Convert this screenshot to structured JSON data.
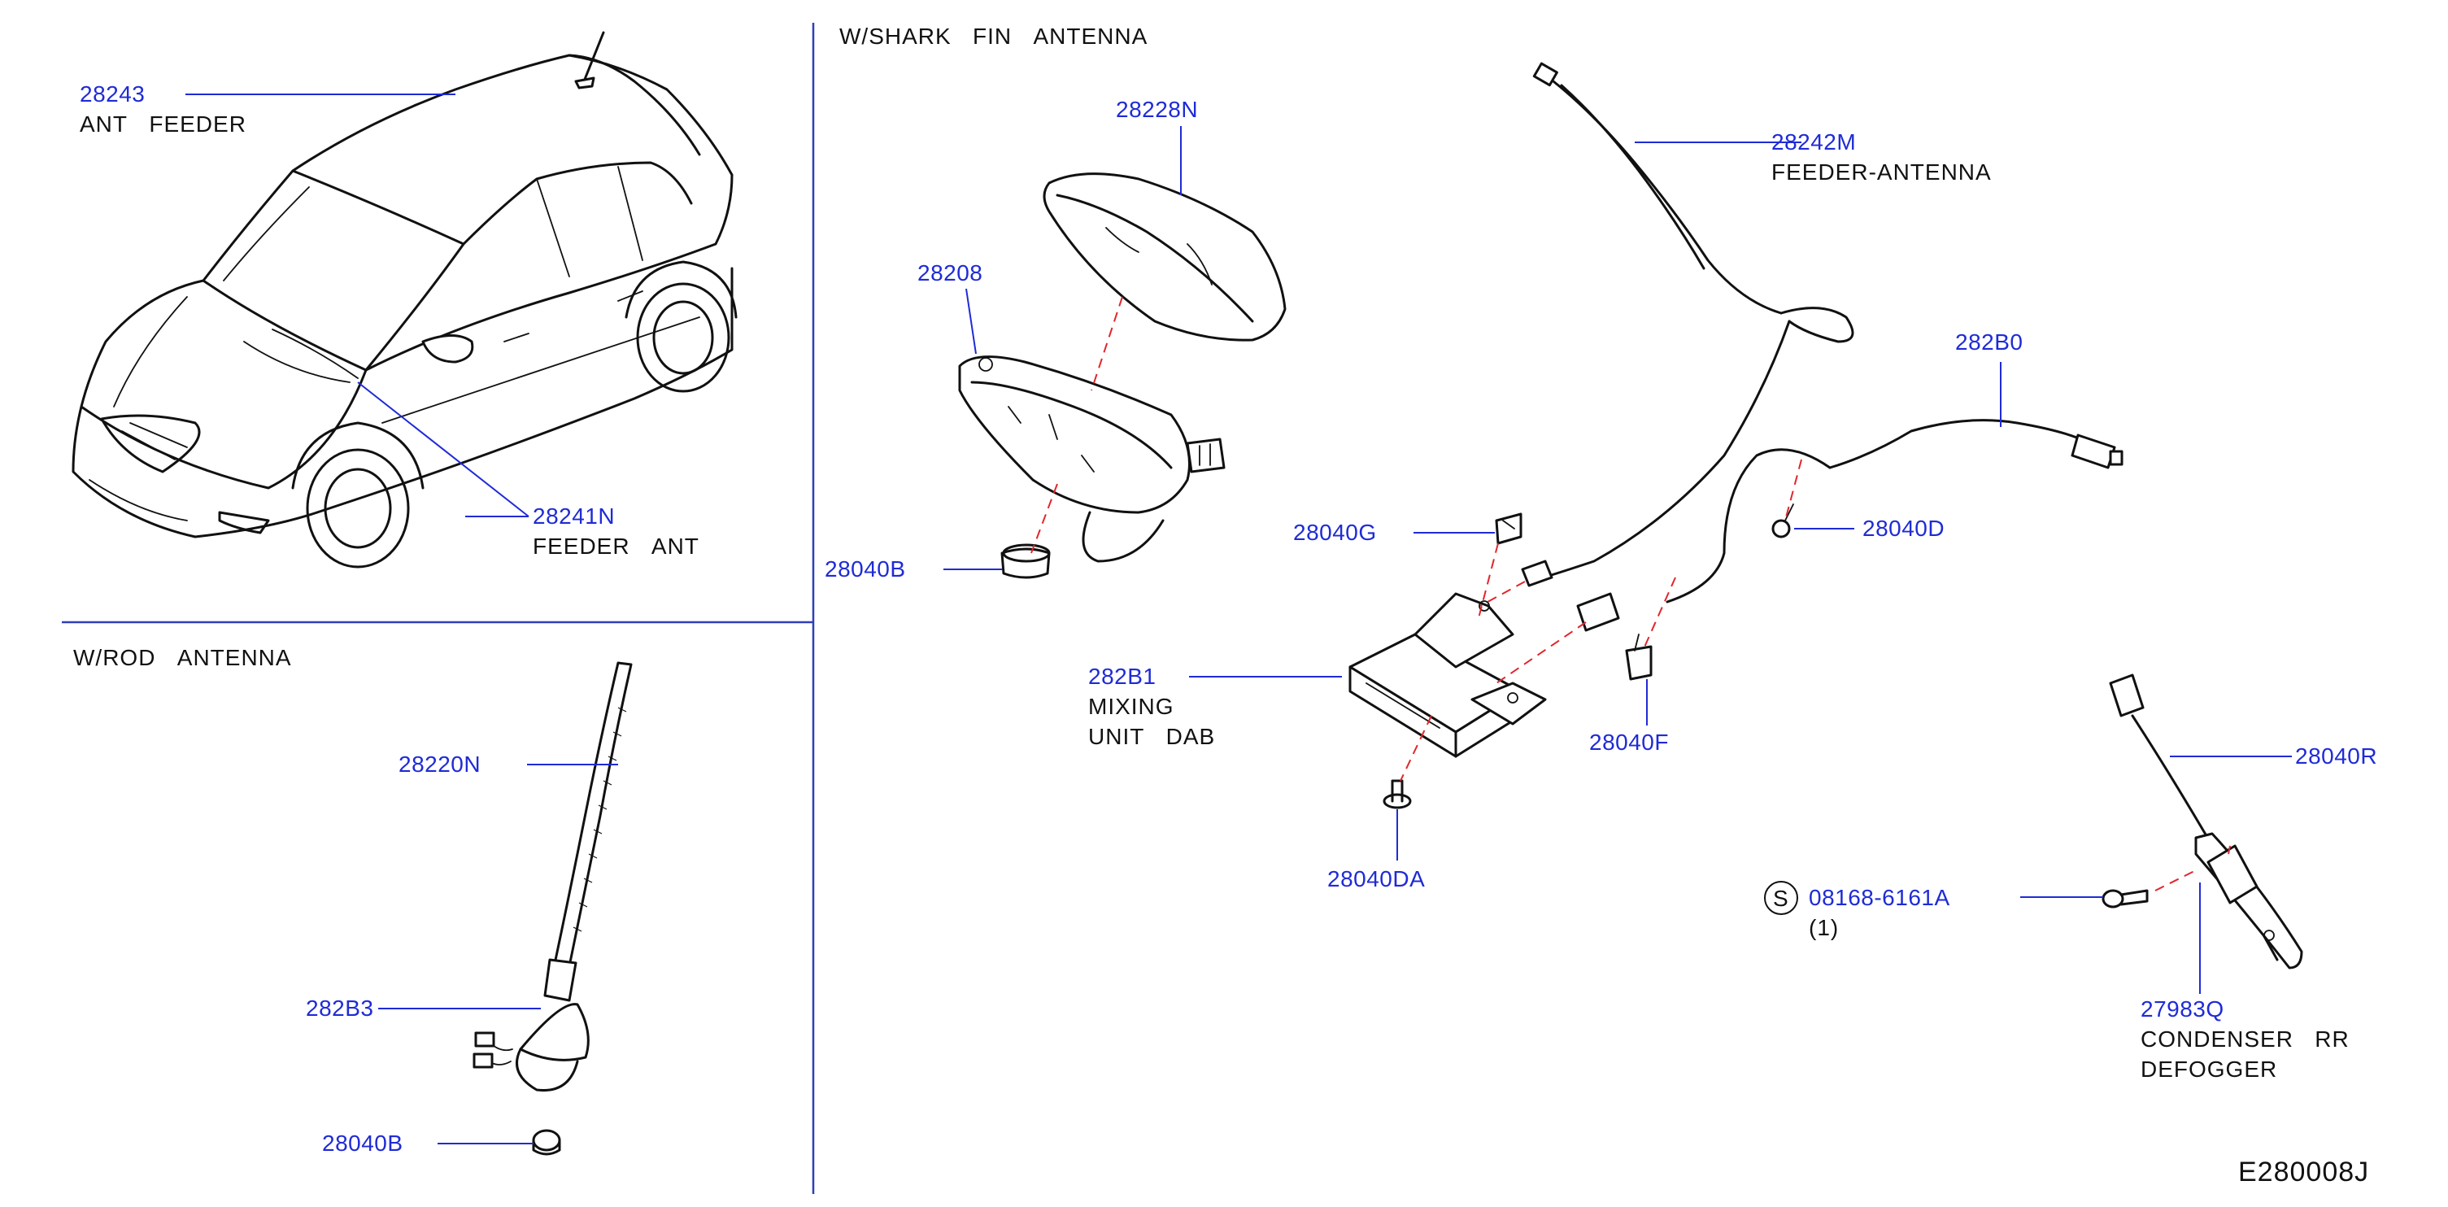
{
  "diagram_ref": "E280008J",
  "sections": {
    "shark_fin_title": "W/SHARK FIN ANTENNA",
    "rod_title": "W/ROD ANTENNA"
  },
  "callouts": {
    "c28243": {
      "number": "28243",
      "desc": "ANT FEEDER"
    },
    "c28241N": {
      "number": "28241N",
      "desc": "FEEDER ANT"
    },
    "c28220N": {
      "number": "28220N"
    },
    "c282B3": {
      "number": "282B3"
    },
    "c28040B_rod": {
      "number": "28040B"
    },
    "c28228N": {
      "number": "28228N"
    },
    "c28208": {
      "number": "28208"
    },
    "c28040B_fin": {
      "number": "28040B"
    },
    "c28242M": {
      "number": "28242M",
      "desc": "FEEDER-ANTENNA"
    },
    "c282B0": {
      "number": "282B0"
    },
    "c28040G": {
      "number": "28040G"
    },
    "c28040D": {
      "number": "28040D"
    },
    "c282B1": {
      "number": "282B1",
      "desc1": "MIXING",
      "desc2": "UNIT DAB"
    },
    "c28040F": {
      "number": "28040F"
    },
    "c28040DA": {
      "number": "28040DA"
    },
    "c28040R": {
      "number": "28040R"
    },
    "c08168": {
      "prefix": "S",
      "number": "08168-6161A",
      "qty": "(1)"
    },
    "c27983Q": {
      "number": "27983Q",
      "desc1": "CONDENSER RR",
      "desc2": "DEFOGGER"
    }
  },
  "colors": {
    "part_number": "#1f2bd6",
    "leader": "#1f2bd6",
    "divider": "#2f3fb8",
    "dashed_fit": "#e0262c",
    "line_art": "#111111"
  }
}
